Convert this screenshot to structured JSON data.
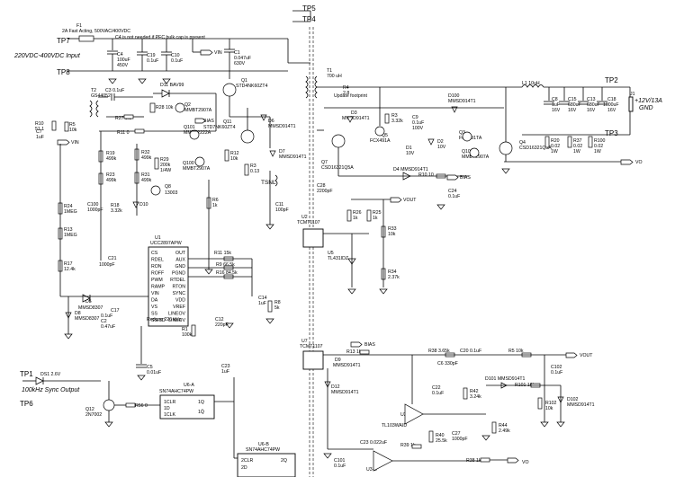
{
  "header": {
    "fuse_note": "2A Fast Acting, 500VAC/400VDC",
    "c4_note": "C4 is not needed if PFC bulk cap is present",
    "input_label": "220VDC-400VDC Input",
    "output_label": "+12V/13A",
    "gnd_label": "GND",
    "sync_label": "100kHz Sync Output",
    "update_footprint": "Update footprint"
  },
  "testpoints": [
    "TP5",
    "TP4",
    "TP7",
    "TP8",
    "TP2",
    "TP3",
    "TP1",
    "TP6"
  ],
  "components": {
    "f1": "F1",
    "c4": [
      "C4",
      "100uF",
      "450V"
    ],
    "c19": [
      "C19",
      "0.1uF"
    ],
    "c10": [
      "C10",
      "0.1uF"
    ],
    "c1": [
      "C1",
      "0.047uF",
      "630V"
    ],
    "vin1": "VIN",
    "t1": [
      "T1",
      "700 uH"
    ],
    "t2": [
      "T2",
      "GS44052"
    ],
    "c3": "C3  0.1uF",
    "d11": "D11  BAV99",
    "r28": "R28  10k",
    "q2": [
      "Q2",
      "MMBT2907A"
    ],
    "q1": [
      "Q1",
      "STD4NK60ZT4"
    ],
    "r27": "R27  3.3",
    "r10": [
      "R10",
      "51.1"
    ],
    "r5": [
      "R5",
      "10k"
    ],
    "vin2": "VIN",
    "c7": [
      "C7",
      "1uF"
    ],
    "r11": "R11  0",
    "q101": [
      "Q101",
      "MMBT2222A"
    ],
    "q11": [
      "Q11",
      "STD7NK60ZT4"
    ],
    "d6": [
      "D6",
      "MMSD914T1"
    ],
    "bias1": "BIAS",
    "r19": [
      "R19",
      "499k"
    ],
    "r32": [
      "R32",
      "499k"
    ],
    "r29": [
      "R29",
      "200k",
      "1/4W"
    ],
    "q100": [
      "Q100",
      "MMBT2907A"
    ],
    "r12": [
      "R12",
      "10k"
    ],
    "d7": [
      "D7",
      "MMSD914T1"
    ],
    "r3": [
      "R3",
      "0.13"
    ],
    "r31": [
      "R31",
      "499k"
    ],
    "q8": [
      "Q8",
      "13003"
    ],
    "r23": [
      "R23",
      "499k"
    ],
    "tsnl": "TSNL",
    "c100": [
      "C100",
      "1000pF"
    ],
    "r18": [
      "R18",
      "3.32k"
    ],
    "r24": [
      "R24",
      "1MEG"
    ],
    "d10": "D10",
    "r6": [
      "R6",
      "1k"
    ],
    "r13": [
      "R13",
      "1MEG"
    ],
    "c11": [
      "C11",
      "100pF"
    ],
    "r17": [
      "R17",
      "12.4k"
    ],
    "u1": [
      "U1",
      "UCC2897APW"
    ],
    "u1_pins_left": [
      "CS",
      "RDEL",
      "RON",
      "ROFF",
      "PWM",
      "RAMP",
      "VIN",
      "DA",
      "VS",
      "SS",
      "SS/SD"
    ],
    "u1_pins_right": [
      "OUT",
      "AUX",
      "GND",
      "PGND",
      "RTDEL",
      "RTON",
      "SYNC",
      "VDD",
      "VREF",
      "LINEOV",
      "LINEUV"
    ],
    "r11b": "R11  15k",
    "r9": "R9  66.5k",
    "r16": "R16  84.5k",
    "c14": [
      "C14",
      "1uF"
    ],
    "r8": [
      "R8",
      "5k"
    ],
    "d5": [
      "D5",
      "MMSD8307"
    ],
    "d8": [
      "D8",
      "MMSD8307"
    ],
    "c17": [
      "C17",
      "0.1uF"
    ],
    "c2": [
      "C2",
      "0.47uF"
    ],
    "r1": [
      "R1",
      "100k"
    ],
    "c12": [
      "C12",
      "220pF"
    ],
    "vref_note": "Reduce 226 kHz",
    "c5": [
      "C5",
      "0.01uF"
    ],
    "c23": [
      "C23",
      "1uF"
    ],
    "u6a": [
      "U6-A",
      "SN74AHC74PW"
    ],
    "u6b": [
      "U6-B",
      "SN74AHC74PW"
    ],
    "ds1": "DS1  2.6V",
    "q12": [
      "Q12",
      "2N7002"
    ],
    "r56": "R56  0",
    "r4": [
      "R4",
      "2.8"
    ],
    "r3b": [
      "R3",
      "3.32k"
    ],
    "c9": [
      "C9",
      "0.1uF",
      "100V"
    ],
    "d100": [
      "D100",
      "MMSD914T1"
    ],
    "d3": [
      "D3",
      "MMSD914T1"
    ],
    "q5": [
      "Q5",
      "FCX491A"
    ],
    "d1": [
      "D1",
      "10V"
    ],
    "d2": [
      "D2",
      "10V"
    ],
    "q3": [
      "Q3",
      "FCX491TA"
    ],
    "q4": [
      "Q4",
      "CSD16321Q5A"
    ],
    "q7": [
      "Q7",
      "CSD16321Q5A"
    ],
    "q100b": [
      "Q100",
      "MMBT2907A"
    ],
    "d4": "D4  MMSD914T1",
    "r10b": "R10  10",
    "l1": "L1  10uH",
    "c8": [
      "C8",
      "1uF",
      "16V"
    ],
    "c15": [
      "C15",
      "680uF",
      "16V"
    ],
    "c13": [
      "C13",
      "680uF",
      "16V"
    ],
    "c18": [
      "C18",
      "1000uF",
      "16V"
    ],
    "r20": [
      "R20",
      "0.02",
      "1W"
    ],
    "r37": [
      "R37",
      "0.02",
      "1W"
    ],
    "r100": [
      "R100",
      "0.02",
      "1W"
    ],
    "j1": "J1",
    "vo1": "VO",
    "bias2": "BIAS",
    "c28": [
      "C28",
      "2200pF"
    ],
    "c24": [
      "C24",
      "0.1uF"
    ],
    "vout1": "VOUT",
    "r26": [
      "R26",
      "1k"
    ],
    "r25": [
      "R25",
      "1k"
    ],
    "u2": [
      "U2",
      "TCMT1107"
    ],
    "r33": [
      "R33",
      "10k"
    ],
    "u5": [
      "U5",
      "TL431IDZ"
    ],
    "r34": [
      "R34",
      "2.37k"
    ],
    "u7": [
      "U7",
      "TCMT1107"
    ],
    "bias3": "BIAS",
    "r13b": "R13  1k",
    "d9": [
      "D9",
      "MMSD914T1"
    ],
    "d12": [
      "D12",
      "MMSD914T1"
    ],
    "r38": "R38  3.65k",
    "c6": "C6  330pF",
    "c20": "C20  0.1uF",
    "r5b": "R5  10k",
    "vout2": "VOUT",
    "c22": [
      "C22",
      "0.1uF"
    ],
    "r42": [
      "R42",
      "3.24k"
    ],
    "c102": [
      "C102",
      "0.1uF"
    ],
    "d101": "D101  MMSD914T1",
    "r101": "R101  10k",
    "d102": [
      "D102",
      "MMSD914T1"
    ],
    "r102": [
      "R102",
      "10k"
    ],
    "u3a": [
      "U3-A",
      "TL103WAID"
    ],
    "r40": [
      "R40",
      "25.5k"
    ],
    "c27": [
      "C27",
      "1000pF"
    ],
    "r44": [
      "R44",
      "2.49k"
    ],
    "c23b": "C23  0.022uF",
    "r39": "R39  1k",
    "c101": [
      "C101",
      "0.1uF"
    ],
    "u3b": "U3-B",
    "r38b": "R38  1k",
    "vo2": "VO"
  }
}
